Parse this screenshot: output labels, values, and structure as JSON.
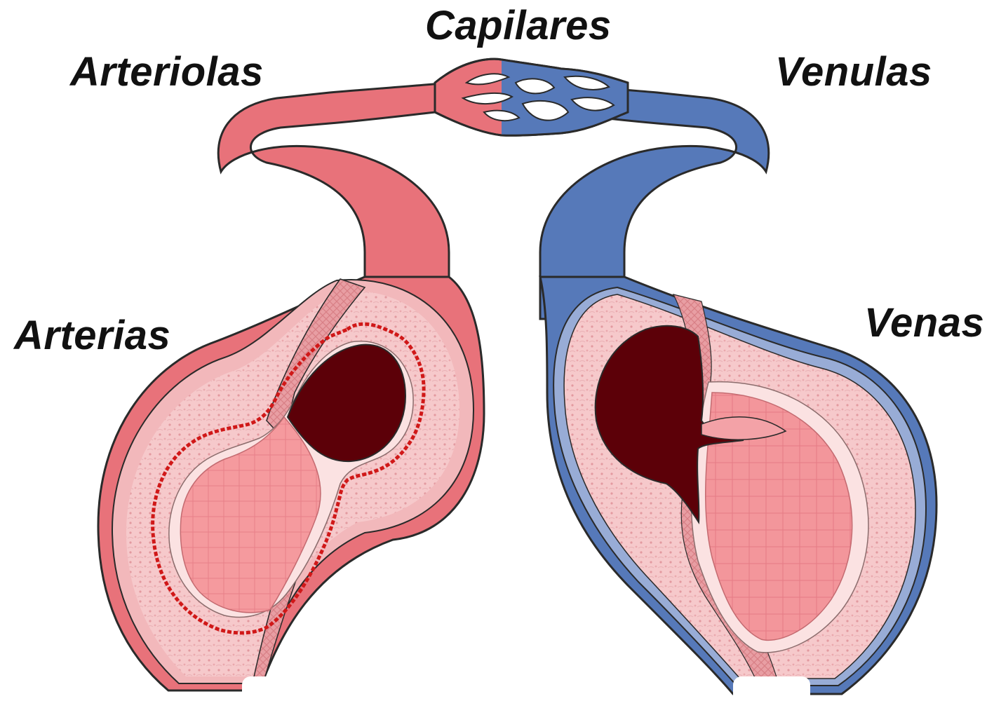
{
  "labels": {
    "capillaries": "Capilares",
    "arterioles": "Arteriolas",
    "venules": "Venulas",
    "arteries": "Arterias",
    "veins": "Venas"
  },
  "colors": {
    "artery_outer": "#e8727a",
    "artery_tunica": "#f2b8bb",
    "artery_inner": "#f08f93",
    "artery_lumen": "#5c0008",
    "elastic_lamina": "#d01818",
    "vein_outer": "#5679b9",
    "vein_rim": "#98acd6",
    "vein_inner": "#f19aa0",
    "outline": "#2a2a2a"
  }
}
